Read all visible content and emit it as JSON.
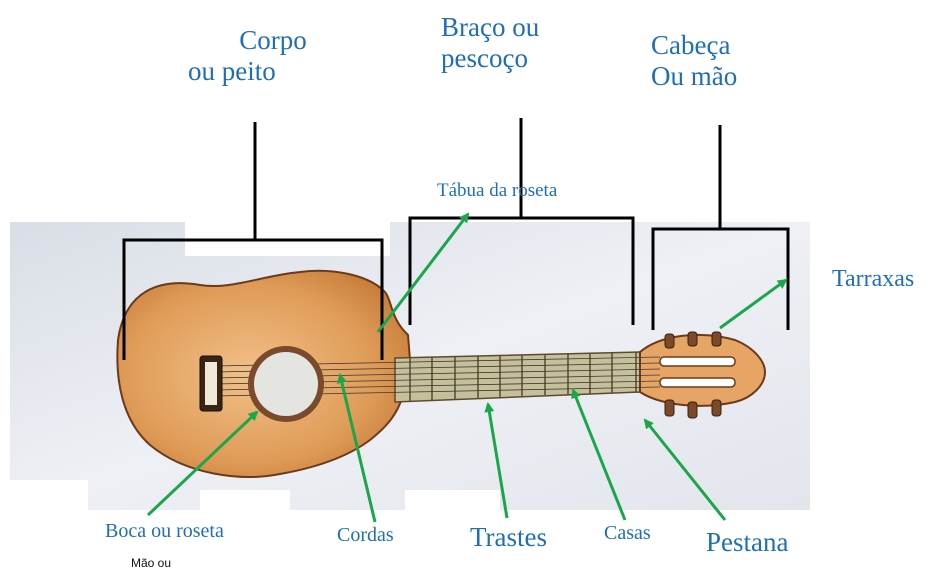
{
  "labels": {
    "corpo": [
      "Corpo",
      "ou peito"
    ],
    "braco": [
      "Braço ou",
      "pescoço"
    ],
    "cabeca": [
      "Cabeça",
      "Ou mão"
    ],
    "tabua": "Tábua da roseta",
    "tarraxas": "Tarraxas",
    "boca": "Boca ou roseta",
    "cordas": "Cordas",
    "trastes": "Trastes",
    "casas": "Casas",
    "pestana": "Pestana",
    "mao_ou": "Mão ou"
  },
  "colors": {
    "label_text": "#1f6fb5",
    "arrow": "#1aa64a",
    "bracket": "#000000",
    "wood": "#d9944e",
    "paper": "#e8ecf2"
  }
}
